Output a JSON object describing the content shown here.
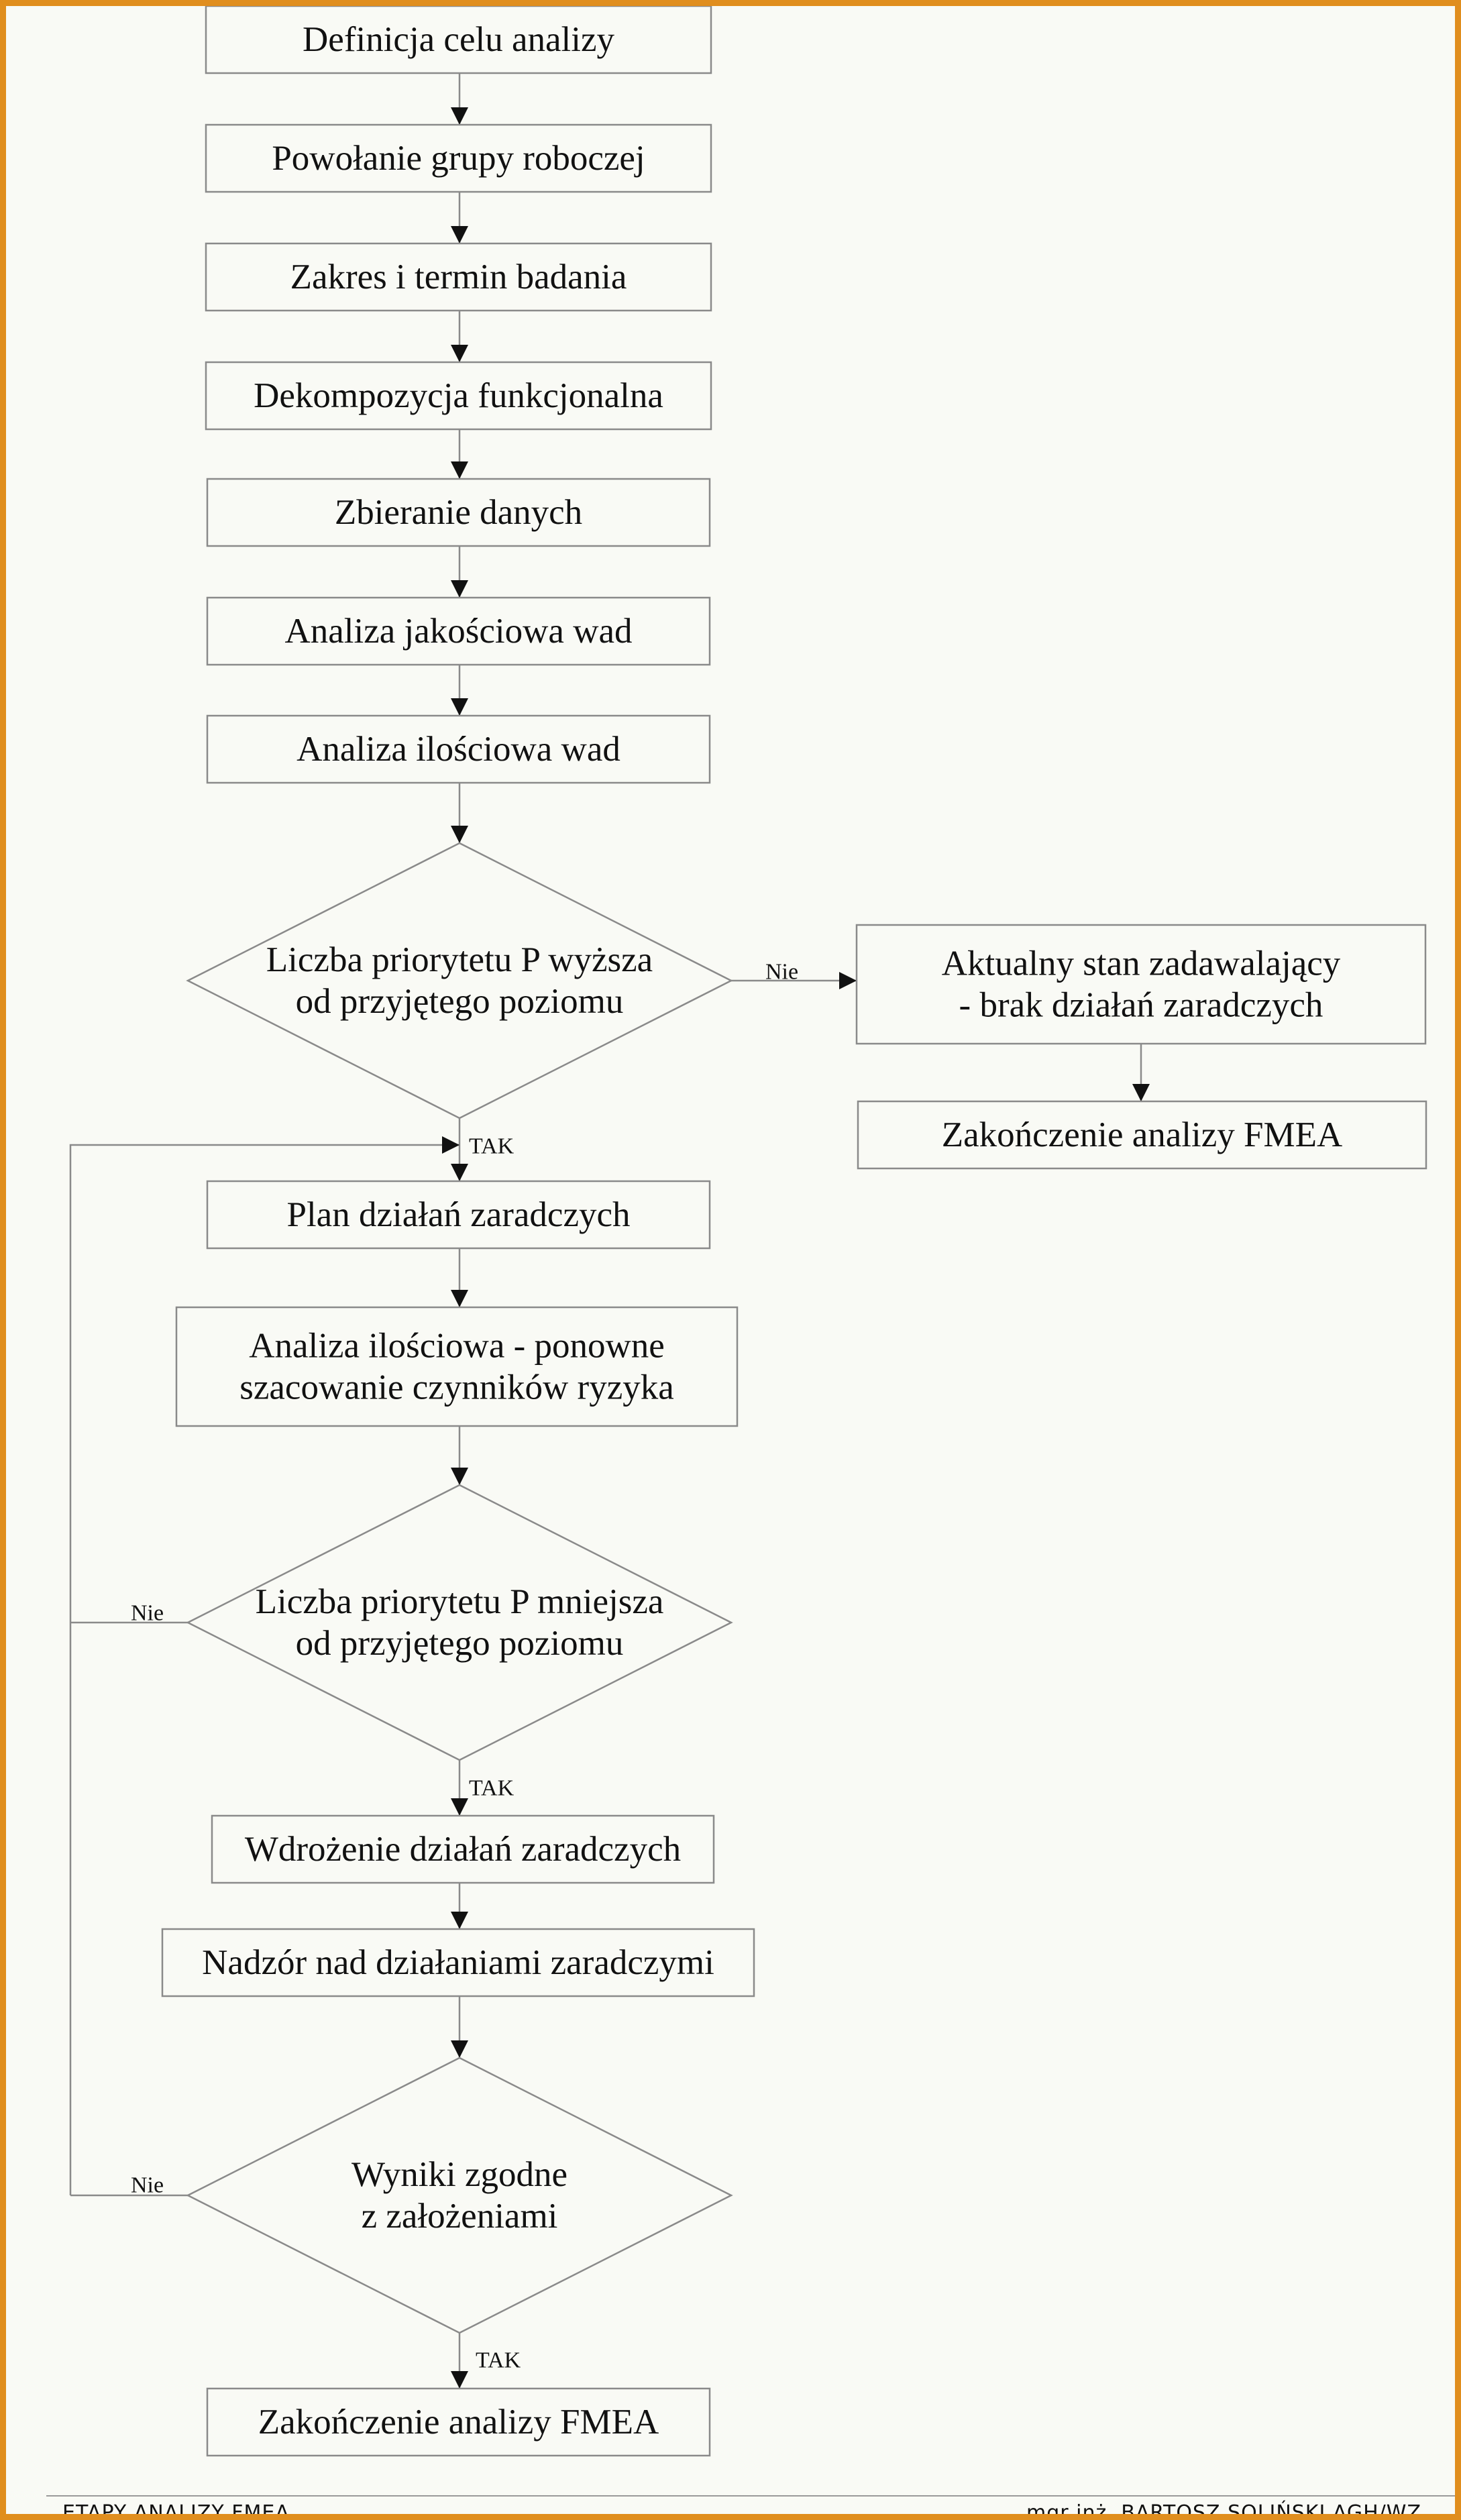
{
  "colors": {
    "border": "#e08e1e",
    "background": "#f9faf5",
    "stroke": "#8a8a8a",
    "text": "#111111"
  },
  "nodes": {
    "step1": {
      "lines": [
        "Definicja celu analizy"
      ]
    },
    "step2": {
      "lines": [
        "Powołanie grupy roboczej"
      ]
    },
    "step3": {
      "lines": [
        "Zakres i termin badania"
      ]
    },
    "step4": {
      "lines": [
        "Dekompozycja funkcjonalna"
      ]
    },
    "step5": {
      "lines": [
        "Zbieranie danych"
      ]
    },
    "step6": {
      "lines": [
        "Analiza jakościowa wad"
      ]
    },
    "step7": {
      "lines": [
        "Analiza ilościowa wad"
      ]
    },
    "decision1": {
      "lines": [
        "Liczba priorytetu P wyższa",
        "od przyjętego poziomu"
      ]
    },
    "satisfactory": {
      "lines": [
        "Aktualny stan zadawalający",
        "- brak działań zaradczych"
      ]
    },
    "end1": {
      "lines": [
        "Zakończenie analizy FMEA"
      ]
    },
    "plan": {
      "lines": [
        "Plan działań zaradczych"
      ]
    },
    "reassess": {
      "lines": [
        "Analiza ilościowa - ponowne",
        "szacowanie czynników ryzyka"
      ]
    },
    "decision2": {
      "lines": [
        "Liczba priorytetu P mniejsza",
        "od przyjętego poziomu"
      ]
    },
    "implement": {
      "lines": [
        "Wdrożenie działań zaradczych"
      ]
    },
    "supervise": {
      "lines": [
        "Nadzór nad działaniami zaradczymi"
      ]
    },
    "decision3": {
      "lines": [
        "Wyniki zgodne",
        "z założeniami"
      ]
    },
    "end2": {
      "lines": [
        "Zakończenie analizy FMEA"
      ]
    }
  },
  "edge_labels": {
    "d1_no": "Nie",
    "d1_yes": "TAK",
    "d2_no": "Nie",
    "d2_yes": "TAK",
    "d3_no": "Nie",
    "d3_yes": "TAK"
  },
  "footer": {
    "left": "ETAPY ANALIZY FMEA",
    "right": "mgr inż. BARTOSZ SOLIŃSKI   AGH/WZ"
  }
}
